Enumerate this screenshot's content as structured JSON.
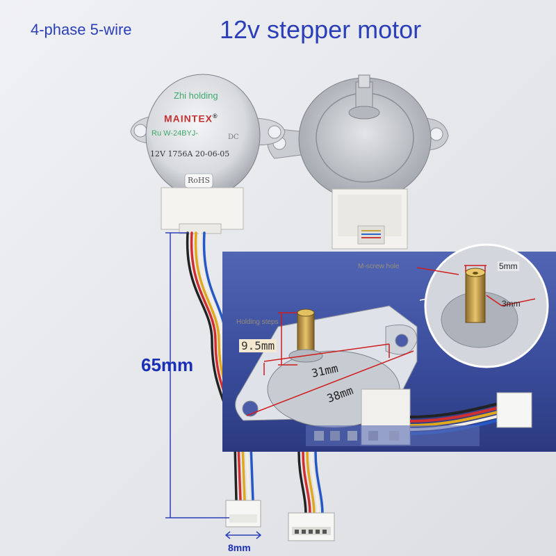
{
  "header": {
    "left_text": "4-phase 5-wire",
    "title": "12v stepper motor"
  },
  "motor_label": {
    "top_line": "Zhi holding",
    "brand": "MAINTEX",
    "registered": "®",
    "model": "Ru W-24BYJ-",
    "dc": "DC",
    "spec": "12V 1756A 20-06-05",
    "rohs": "RoHS"
  },
  "dimensions": {
    "cable_length": "65mm",
    "connector_width": "8mm",
    "shaft_height": "9.5mm",
    "hole_spacing": "31mm",
    "flange_width": "38mm",
    "shaft_top": "5mm",
    "shaft_flat": "3mm"
  },
  "annotations": {
    "holding_steps": "Holding steps",
    "screw_hole": "M-screw hole"
  },
  "colors": {
    "header_blue": "#2b3fb8",
    "dimension_red": "#d01c1c",
    "inset_bg": "#3a4fa6"
  }
}
